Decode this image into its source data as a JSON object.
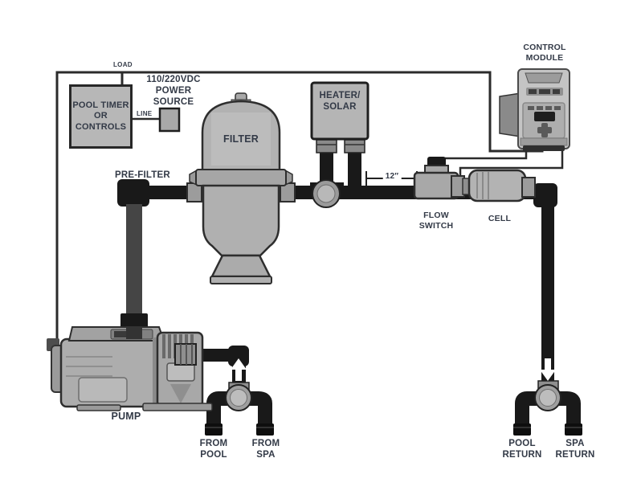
{
  "diagram": {
    "labels": {
      "load": "LOAD",
      "line": "LINE",
      "pool_timer": "POOL TIMER\nOR\nCONTROLS",
      "power_source": "110/220VDC\nPOWER\nSOURCE",
      "pre_filter": "PRE-FILTER",
      "filter": "FILTER",
      "heater_solar": "HEATER/\nSOLAR",
      "dimension": "12″",
      "flow_switch": "FLOW\nSWITCH",
      "cell": "CELL",
      "control_module": "CONTROL\nMODULE",
      "pump": "PUMP",
      "from_pool": "FROM\nPOOL",
      "from_spa": "FROM\nSPA",
      "pool_return": "POOL\nRETURN",
      "spa_return": "SPA\nRETURN"
    },
    "colors": {
      "pipe": "#191919",
      "riser_pipe": "#454545",
      "equipment_gray": "#b0b0b0",
      "wire": "#2b2b2b",
      "label_text": "#333a47",
      "background": "#ffffff"
    }
  }
}
